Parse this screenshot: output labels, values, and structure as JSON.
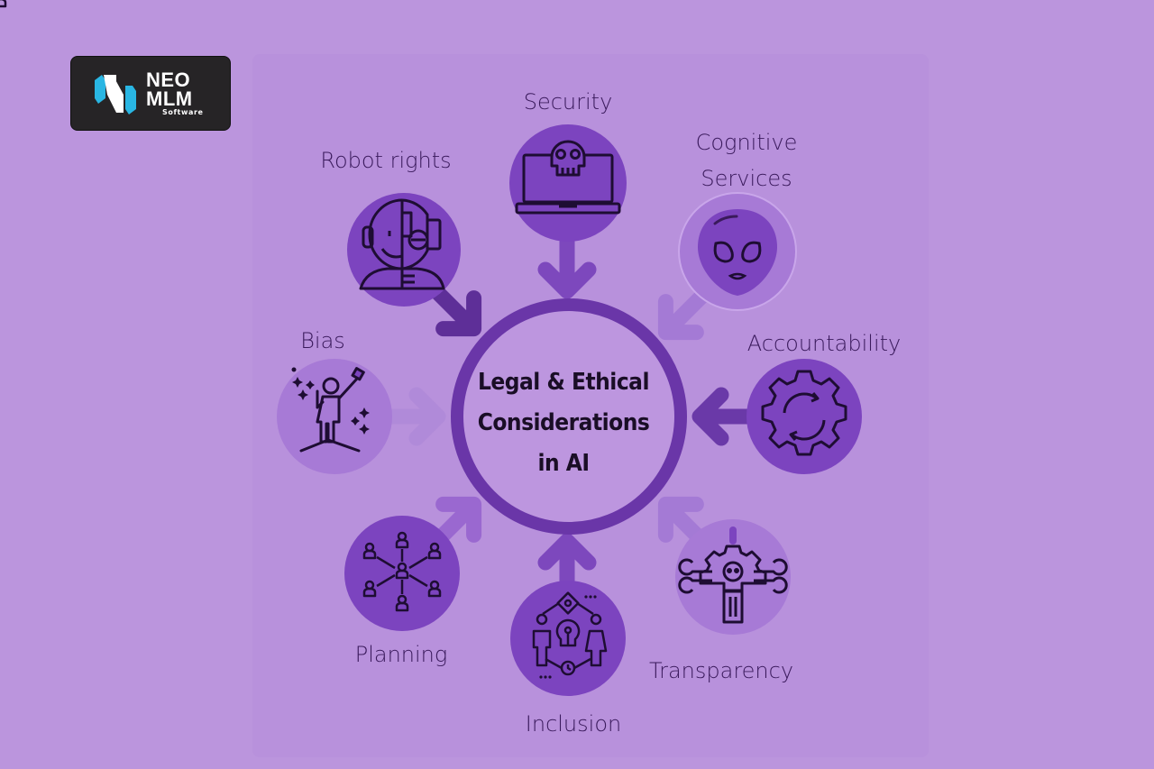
{
  "brand": {
    "line1": "NEO",
    "line2": "MLM",
    "tagline": "Software",
    "colors": {
      "background": "#262426",
      "accent": "#29b6e3",
      "text": "#ffffff"
    }
  },
  "diagram": {
    "center": {
      "line1": "Legal & Ethical",
      "line2": "Considerations",
      "line3": "in AI"
    },
    "nodes": [
      {
        "id": "security",
        "label": "Security",
        "icon": "laptop-skull-icon",
        "shade": "dark"
      },
      {
        "id": "cognitive",
        "label_line1": "Cognitive",
        "label_line2": "Services",
        "icon": "alien-head-icon",
        "shade": "light"
      },
      {
        "id": "accountability",
        "label": "Accountability",
        "icon": "gear-cycle-icon",
        "shade": "dark"
      },
      {
        "id": "transparency",
        "label": "Transparency",
        "icon": "gear-wrench-icon",
        "shade": "light"
      },
      {
        "id": "inclusion",
        "label": "Inclusion",
        "icon": "people-idea-icon",
        "shade": "dark"
      },
      {
        "id": "planning",
        "label": "Planning",
        "icon": "network-people-icon",
        "shade": "dark"
      },
      {
        "id": "bias",
        "label": "Bias",
        "icon": "person-cleaning-icon",
        "shade": "light"
      },
      {
        "id": "robot",
        "label": "Robot rights",
        "icon": "human-robot-face-icon",
        "shade": "dark"
      }
    ],
    "colors": {
      "background": "#bb95dd",
      "ring": "#6a36a8",
      "dark_node": "#7c44bf",
      "light_node": "#a77ad6",
      "dark_arrow": "#5e2f98",
      "mid_arrow": "#7d48bd",
      "light_arrow": "#a47ad5",
      "label_text": "#3a1a5c",
      "center_text": "#1a0e26"
    }
  }
}
